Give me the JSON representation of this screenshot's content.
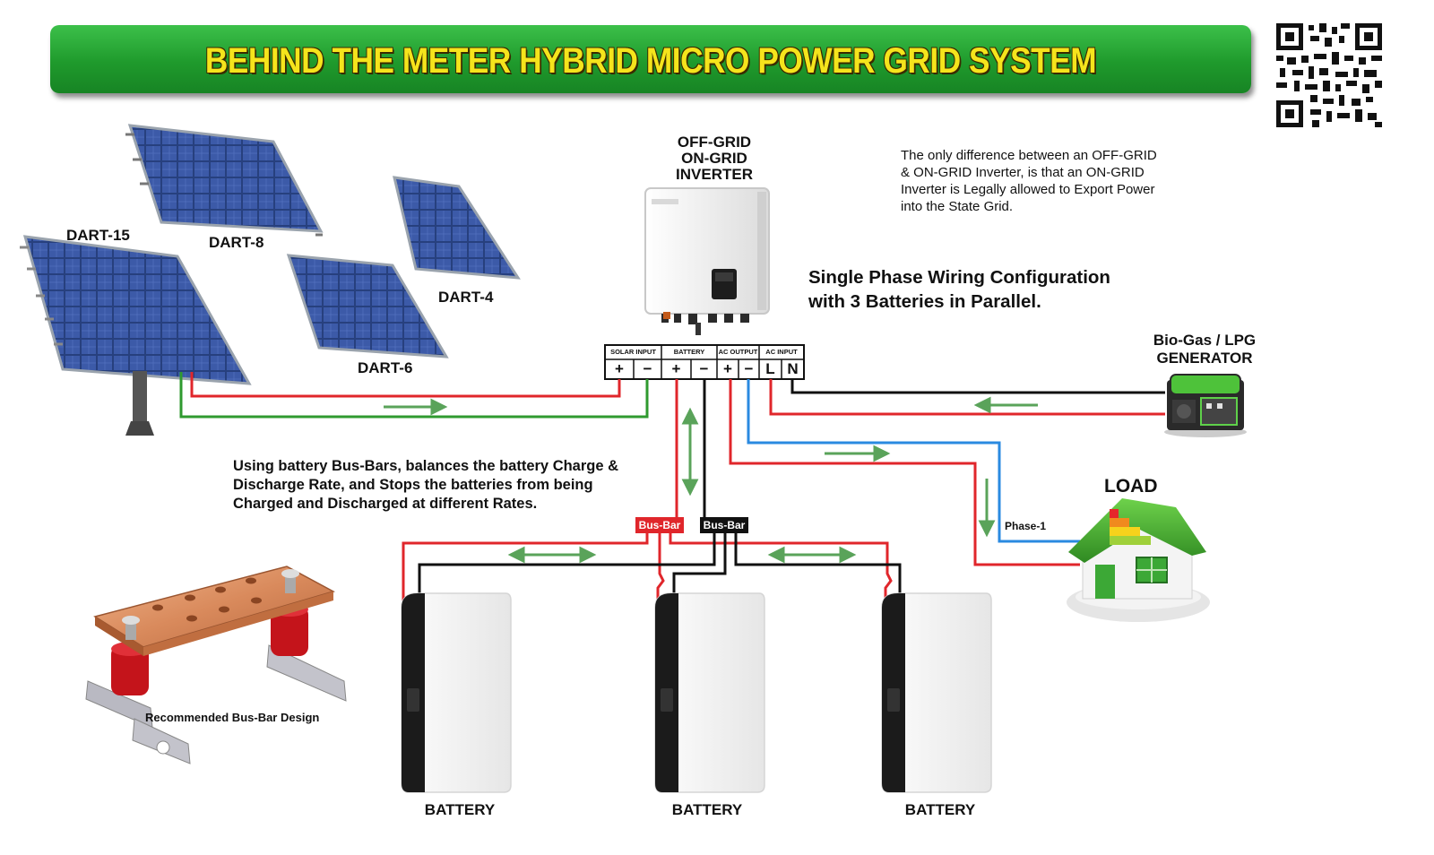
{
  "title": "BEHIND THE METER HYBRID MICRO POWER GRID SYSTEM",
  "solar_panels": [
    {
      "label": "DART-15"
    },
    {
      "label": "DART-8"
    },
    {
      "label": "DART-4"
    },
    {
      "label": "DART-6"
    }
  ],
  "inverter": {
    "label_lines": [
      "OFF-GRID",
      "ON-GRID",
      "INVERTER"
    ]
  },
  "note_text": [
    "The only difference between an OFF-GRID",
    "& ON-GRID Inverter, is that an ON-GRID",
    "Inverter is Legally allowed to Export Power",
    "into the State Grid."
  ],
  "config_heading": [
    "Single Phase Wiring Configuration",
    "with 3 Batteries in Parallel."
  ],
  "terminals": {
    "groups": [
      "SOLAR INPUT",
      "BATTERY",
      "AC OUTPUT",
      "AC INPUT"
    ],
    "symbols": [
      "+",
      "−",
      "+",
      "−",
      "+",
      "−",
      "L",
      "N"
    ]
  },
  "generator": {
    "label_lines": [
      "Bio-Gas / LPG",
      "GENERATOR"
    ]
  },
  "load": {
    "label": "LOAD",
    "phase_label": "Phase-1"
  },
  "busbar_note": [
    "Using battery Bus-Bars, balances the battery Charge &",
    "Discharge Rate, and Stops the batteries from being",
    "Charged and Discharged at different Rates."
  ],
  "busbars": {
    "positive_label": "Bus-Bar",
    "negative_label": "Bus-Bar"
  },
  "busbar_design_caption": "Recommended Bus-Bar Design",
  "batteries": [
    {
      "label": "BATTERY"
    },
    {
      "label": "BATTERY"
    },
    {
      "label": "BATTERY"
    }
  ],
  "colors": {
    "banner_green": "#22a431",
    "title_yellow": "#f5e41c",
    "wire_red": "#e0262b",
    "wire_black": "#111111",
    "wire_green": "#2f9a2f",
    "wire_blue": "#2a8ae0",
    "arrow_green": "#5aa35a"
  },
  "icons": [
    "qr-code-icon",
    "solar-panel-icon",
    "inverter-icon",
    "generator-icon",
    "house-icon",
    "battery-icon",
    "busbar-icon",
    "flow-arrow-icon"
  ]
}
